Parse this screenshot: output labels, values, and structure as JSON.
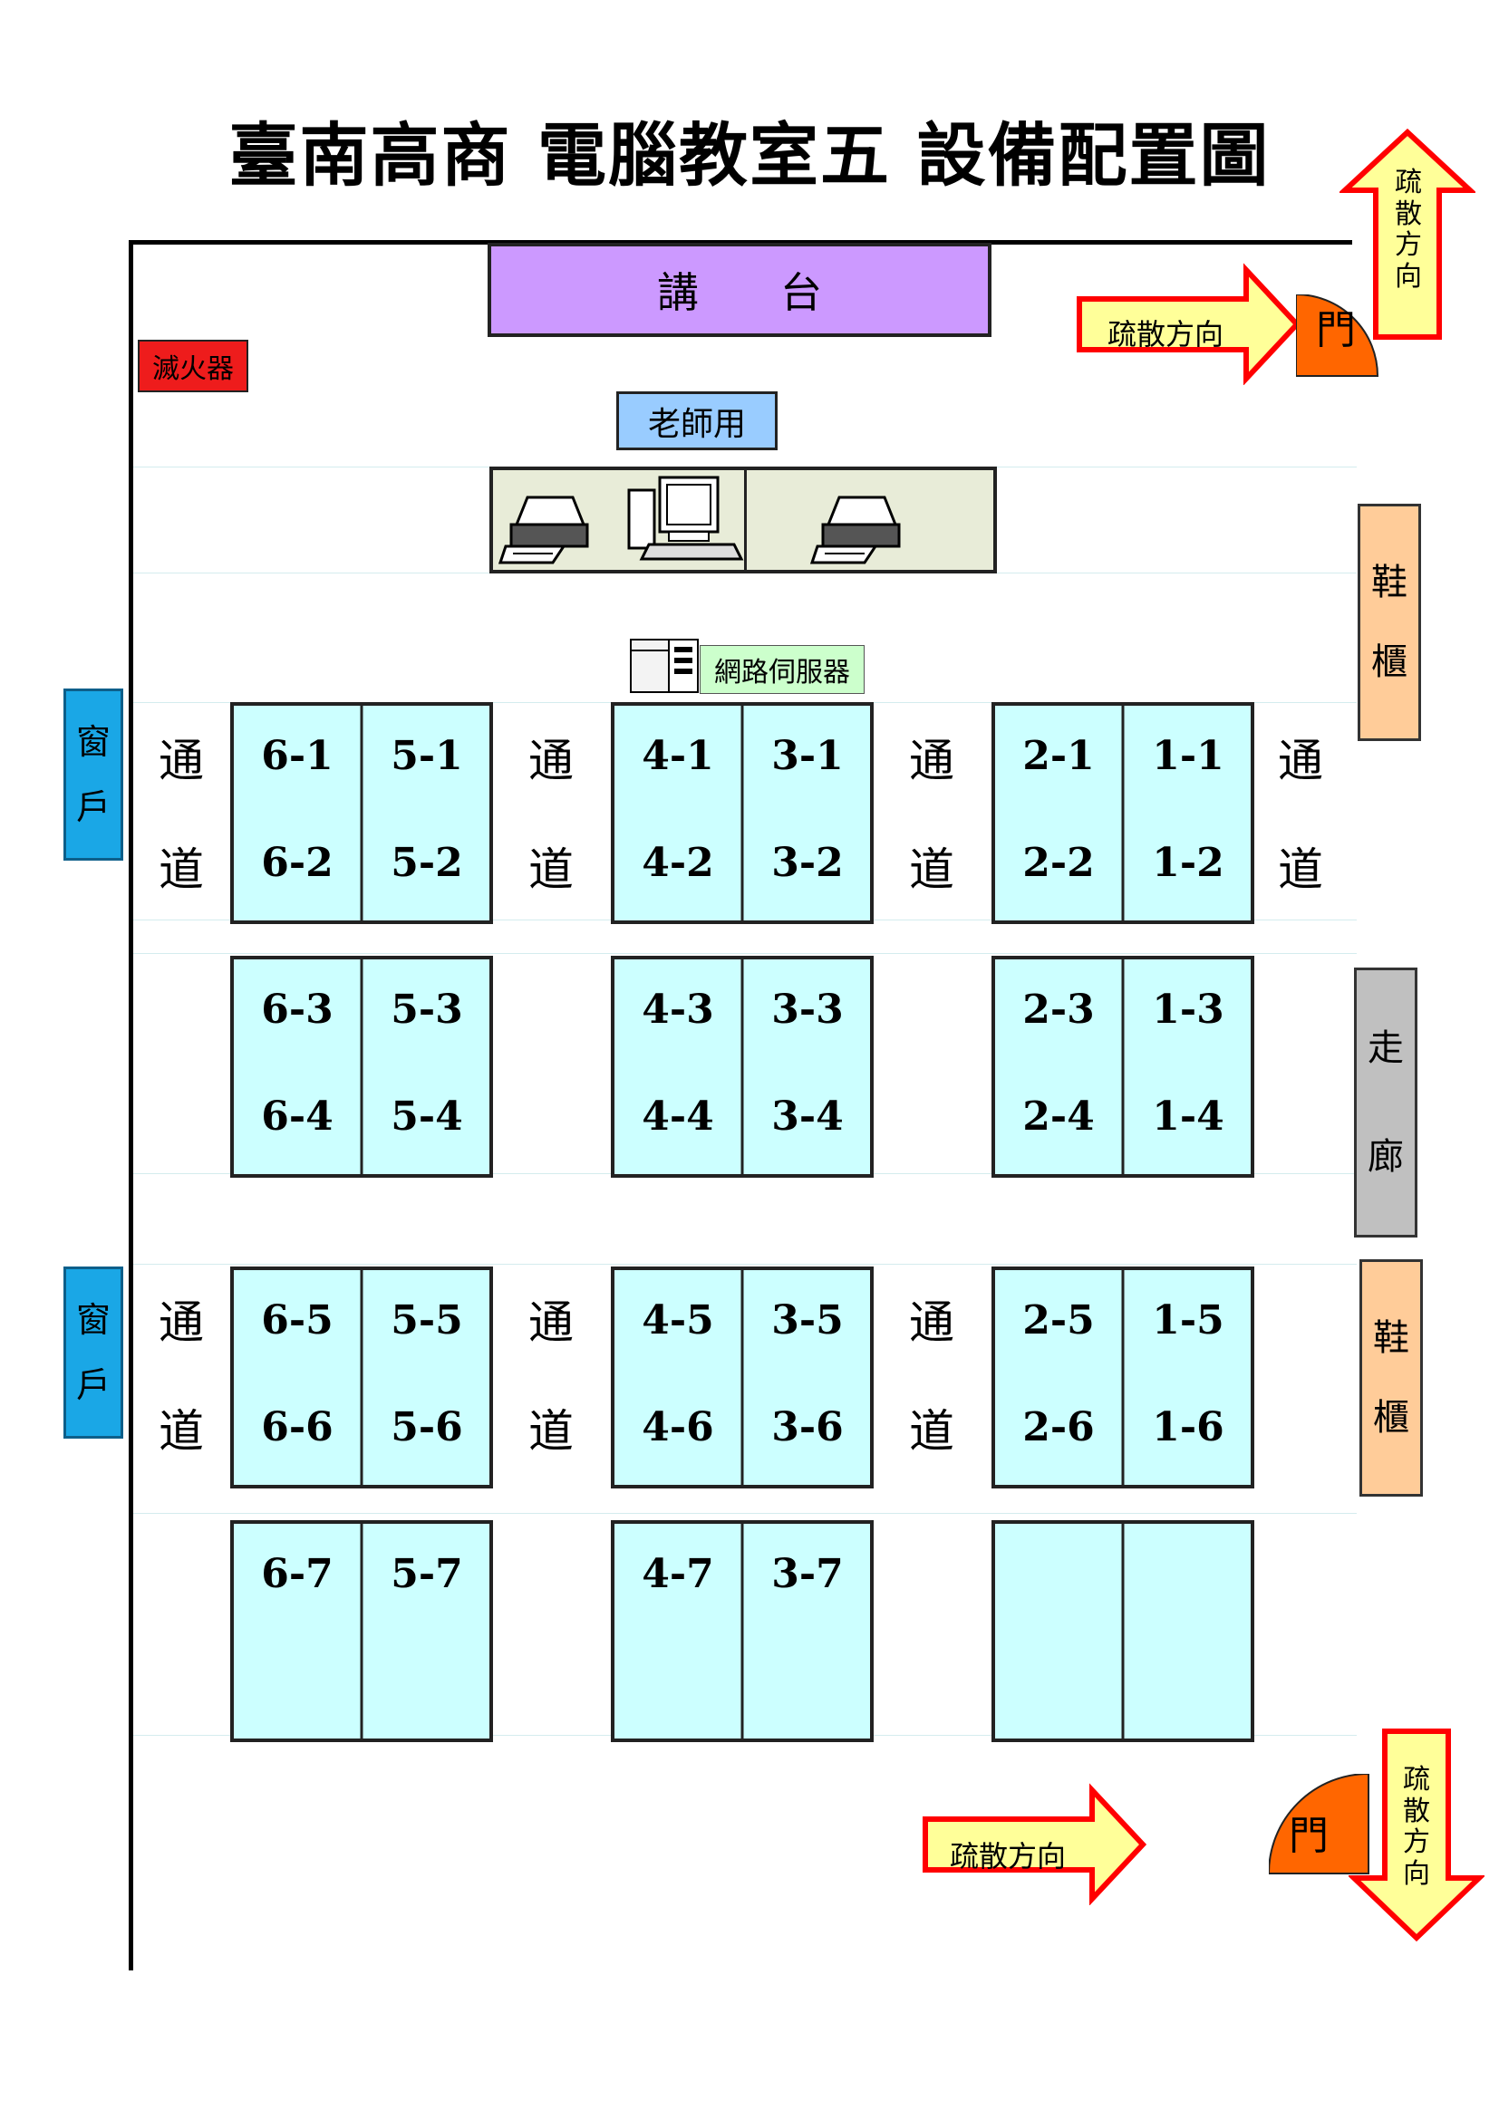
{
  "title": "臺南高商  電腦教室五  設備配置圖",
  "podium": "講台",
  "fire_extinguisher": "滅火器",
  "teacher": "老師用",
  "server": "網路伺服器",
  "evac": {
    "label": "疏散方向",
    "vertical": [
      "疏",
      "散",
      "方",
      "向"
    ],
    "door": "門"
  },
  "aisle": [
    "通",
    "道"
  ],
  "window": [
    "窗",
    "戶"
  ],
  "shoe_cabinet": [
    "鞋",
    "櫃"
  ],
  "corridor": [
    "走",
    "廊"
  ],
  "seats": {
    "row1": {
      "b1": [
        "6-1",
        "6-2",
        "5-1",
        "5-2"
      ],
      "b2": [
        "4-1",
        "4-2",
        "3-1",
        "3-2"
      ],
      "b3": [
        "2-1",
        "2-2",
        "1-1",
        "1-2"
      ]
    },
    "row2": {
      "b1": [
        "6-3",
        "6-4",
        "5-3",
        "5-4"
      ],
      "b2": [
        "4-3",
        "4-4",
        "3-3",
        "3-4"
      ],
      "b3": [
        "2-3",
        "2-4",
        "1-3",
        "1-4"
      ]
    },
    "row3": {
      "b1": [
        "6-5",
        "6-6",
        "5-5",
        "5-6"
      ],
      "b2": [
        "4-5",
        "4-6",
        "3-5",
        "3-6"
      ],
      "b3": [
        "2-5",
        "2-6",
        "1-5",
        "1-6"
      ]
    },
    "row4": {
      "b1": [
        "6-7",
        "",
        "5-7",
        ""
      ],
      "b2": [
        "4-7",
        "",
        "3-7",
        ""
      ],
      "b3": [
        "",
        "",
        "",
        ""
      ]
    }
  },
  "colors": {
    "podium": "#cc99ff",
    "seat": "#ccffff",
    "window": "#1aa7e6",
    "shoe": "#ffcc99",
    "corridor": "#c0c0c0",
    "extinguisher": "#ee1c1c",
    "arrow_fill": "#ffff99",
    "arrow_stroke": "#ff0000",
    "door": "#ff6600"
  }
}
